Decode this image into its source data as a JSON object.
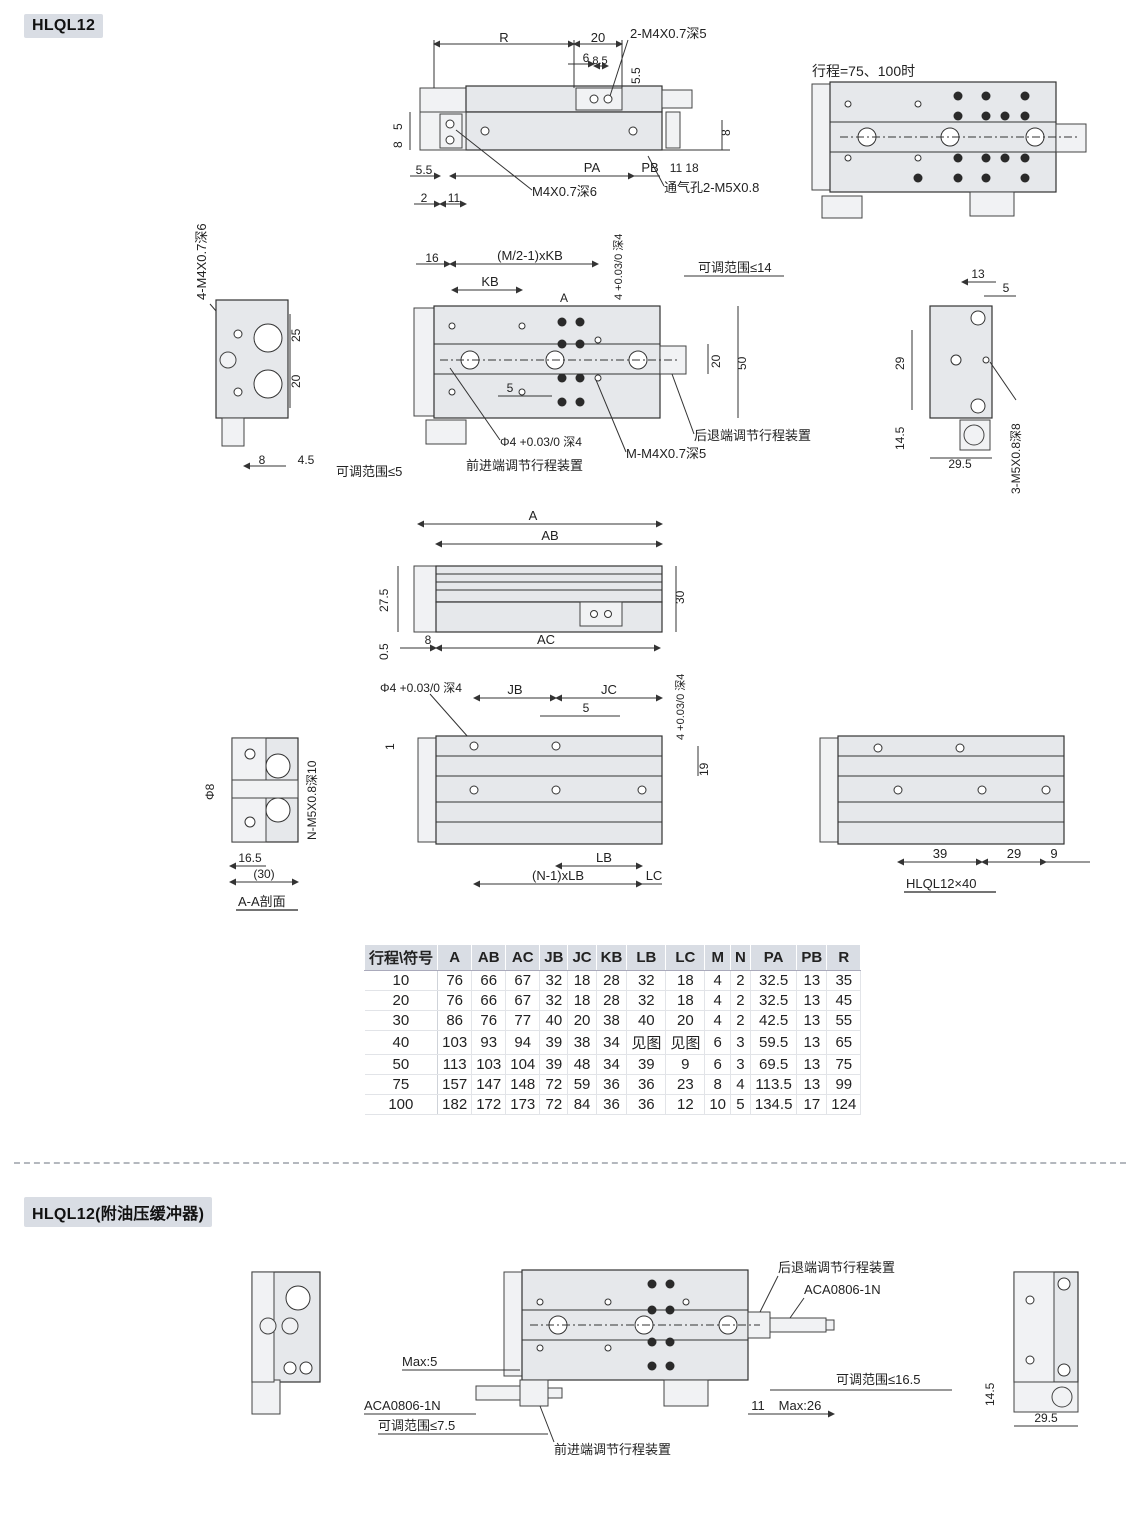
{
  "section1": {
    "title": "HLQL12"
  },
  "section2": {
    "title": "HLQL12(附油压缓冲器)"
  },
  "dims": {
    "r": "R",
    "d20": "20",
    "thread2": "2-M4X0.7深5",
    "d6": "6",
    "d8_5": "8.5",
    "d5_5": "5.5",
    "d5": "5",
    "d8": "8",
    "d8b": "8",
    "d5_5b": "5.5",
    "pa": "PA",
    "pb": "PB",
    "d11": "11",
    "d18": "18",
    "m4deep6": "M4X0.7深6",
    "vent": "通气孔2-M5X0.8",
    "d2": "2",
    "d11b": "11",
    "stroke_note": "行程=75、100时",
    "thread4": "4-M4X0.7深6",
    "d25": "25",
    "d20b": "20",
    "d8c": "8",
    "d4_5": "4.5",
    "adj5": "可调范围≤5",
    "d16": "16",
    "mkb": "(M/2-1)xKB",
    "kb": "KB",
    "a": "A",
    "dowel": "4 +0.03/0 深4",
    "adj14": "可调范围≤14",
    "d20c": "20",
    "d50": "50",
    "d5b": "5",
    "phi4": "Φ4 +0.03/0 深4",
    "front_adj": "前进端调节行程装置",
    "mthread": "M-M4X0.7深5",
    "rear_adj": "后退端调节行程装置",
    "d13": "13",
    "d5c": "5",
    "d29": "29",
    "d14_5": "14.5",
    "d29_5": "29.5",
    "thread3": "3-M5X0.8深8",
    "dimA": "A",
    "dimAB": "AB",
    "dimAC": "AC",
    "d27_5": "27.5",
    "d30": "30",
    "d0_5": "0.5",
    "d8d": "8",
    "phi4b": "Φ4 +0.03/0 深4",
    "jb": "JB",
    "jc": "JC",
    "d5d": "5",
    "dowel2": "4 +0.03/0 深4",
    "d1": "1",
    "d19": "19",
    "lb": "LB",
    "nlb": "(N-1)xLB",
    "lc": "LC",
    "phi8": "Φ8",
    "nthread": "N-M5X0.8深10",
    "d16_5": "16.5",
    "d30b": "(30)",
    "section_aa": "A-A剖面",
    "d39": "39",
    "d29b": "29",
    "d9": "9",
    "model40": "HLQL12×40",
    "rear_adj2": "后退端调节行程装置",
    "aca1": "ACA0806-1N",
    "adj16_5": "可调范围≤16.5",
    "max5": "Max:5",
    "aca2": "ACA0806-1N",
    "adj7_5": "可调范围≤7.5",
    "d11c": "11",
    "max26": "Max:26",
    "front_adj2": "前进端调节行程装置",
    "d14_5b": "14.5",
    "d29_5b": "29.5"
  },
  "table": {
    "headers": [
      "行程\\符号",
      "A",
      "AB",
      "AC",
      "JB",
      "JC",
      "KB",
      "LB",
      "LC",
      "M",
      "N",
      "PA",
      "PB",
      "R"
    ],
    "rows": [
      [
        "10",
        "76",
        "66",
        "67",
        "32",
        "18",
        "28",
        "32",
        "18",
        "4",
        "2",
        "32.5",
        "13",
        "35"
      ],
      [
        "20",
        "76",
        "66",
        "67",
        "32",
        "18",
        "28",
        "32",
        "18",
        "4",
        "2",
        "32.5",
        "13",
        "45"
      ],
      [
        "30",
        "86",
        "76",
        "77",
        "40",
        "20",
        "38",
        "40",
        "20",
        "4",
        "2",
        "42.5",
        "13",
        "55"
      ],
      [
        "40",
        "103",
        "93",
        "94",
        "39",
        "38",
        "34",
        "见图",
        "见图",
        "6",
        "3",
        "59.5",
        "13",
        "65"
      ],
      [
        "50",
        "113",
        "103",
        "104",
        "39",
        "48",
        "34",
        "39",
        "9",
        "6",
        "3",
        "69.5",
        "13",
        "75"
      ],
      [
        "75",
        "157",
        "147",
        "148",
        "72",
        "59",
        "36",
        "36",
        "23",
        "8",
        "4",
        "113.5",
        "13",
        "99"
      ],
      [
        "100",
        "182",
        "172",
        "173",
        "72",
        "84",
        "36",
        "36",
        "12",
        "10",
        "5",
        "134.5",
        "17",
        "124"
      ]
    ]
  }
}
